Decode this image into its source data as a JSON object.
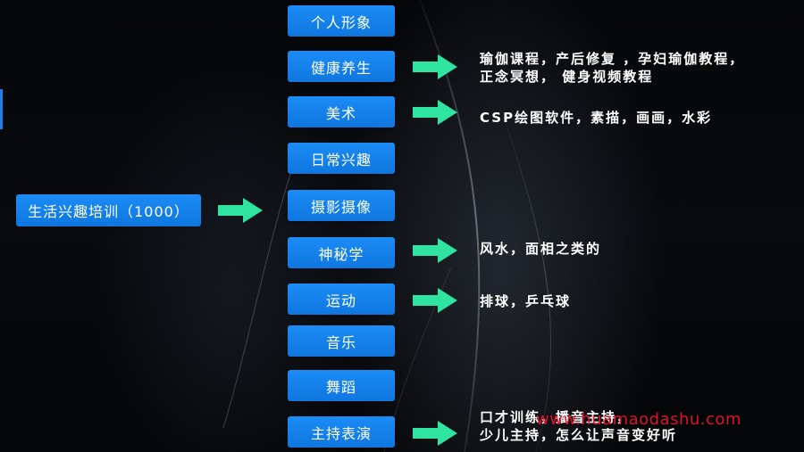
{
  "root": {
    "label": "生活兴趣培训（1000）"
  },
  "categories": [
    {
      "label": "个人形象"
    },
    {
      "label": "健康养生"
    },
    {
      "label": "美术"
    },
    {
      "label": "日常兴趣"
    },
    {
      "label": "摄影摄像"
    },
    {
      "label": "神秘学"
    },
    {
      "label": "运动"
    },
    {
      "label": "音乐"
    },
    {
      "label": "舞蹈"
    },
    {
      "label": "主持表演"
    }
  ],
  "details": {
    "health_line1": "瑜伽课程，产后修复 ，孕妇瑜伽教程，",
    "health_line2": "正念冥想， 健身视频教程",
    "art": "CSP绘图软件，素描，画画，水彩",
    "mystic": "风水，面相之类的",
    "sports": "排球，乒乓球",
    "host_line1": "口才训练，播音主持，",
    "host_line2": "少儿主持，怎么让声音变好听"
  },
  "watermark": "www.huamaodashu.com",
  "colors": {
    "box": "#1180ee",
    "arrow": "#2fe3a0",
    "watermark": "#e8142c",
    "background": "#05070a"
  }
}
